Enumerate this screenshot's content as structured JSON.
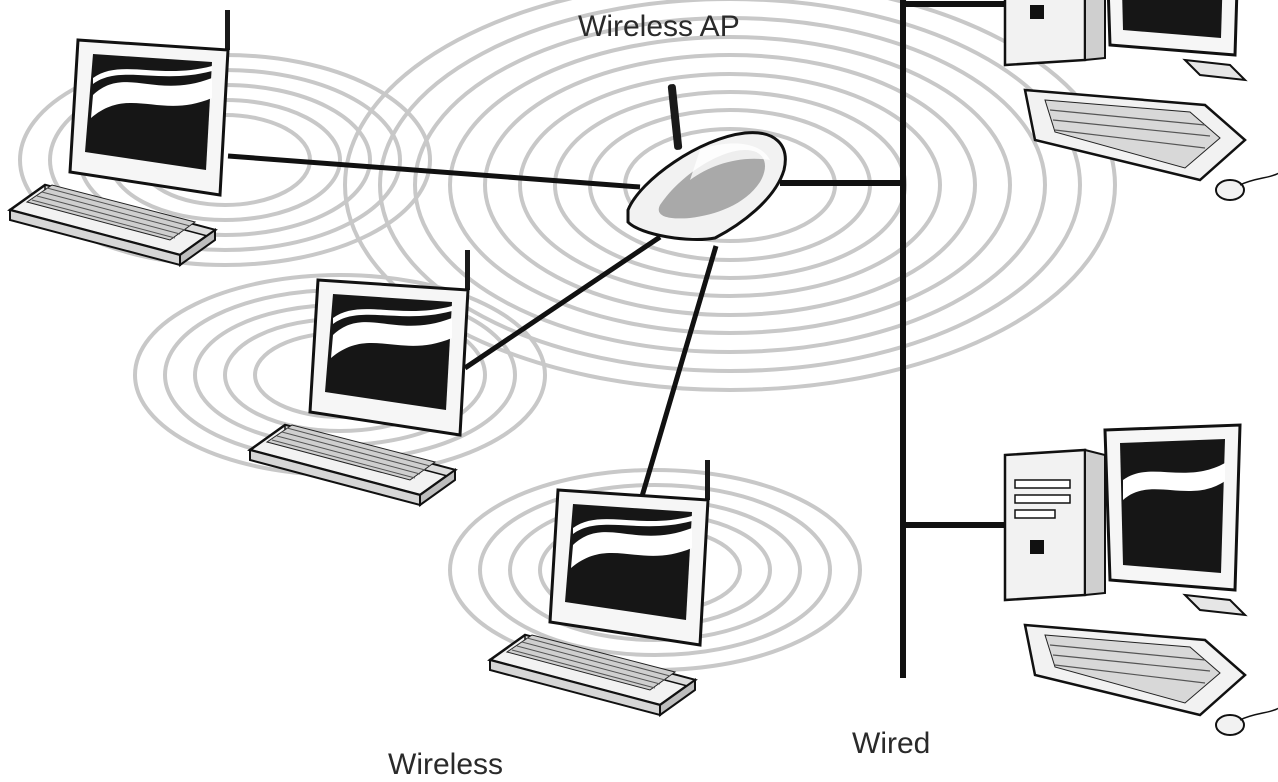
{
  "labels": {
    "wireless_ap": "Wireless AP",
    "wired": "Wired",
    "wireless": "Wireless"
  },
  "colors": {
    "line": "#111111",
    "ring": "#c8c8c8",
    "device_fill": "#f4f4f4",
    "screen": "#161616",
    "background": "#ffffff"
  },
  "icons": [
    "wifi-signal-icon",
    "access-point-icon",
    "laptop-icon",
    "desktop-computer-icon"
  ]
}
